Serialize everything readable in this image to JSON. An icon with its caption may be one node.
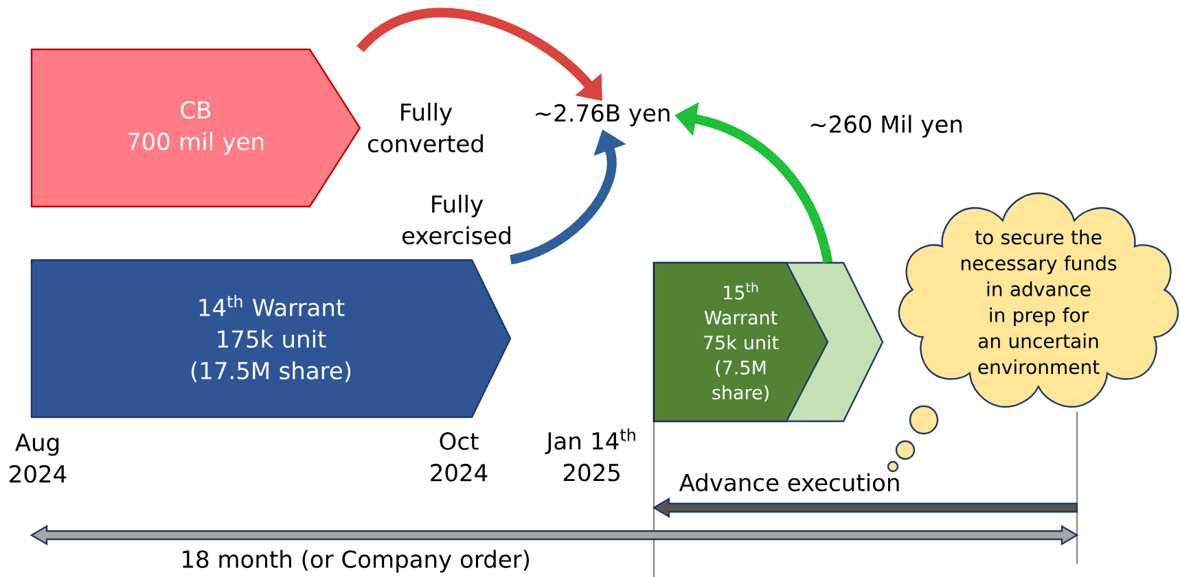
{
  "diagram": {
    "nodes": [
      {
        "text": [
          "CB",
          "700 mil yen"
        ]
      },
      {
        "text": [
          "14$^{th}$ Warrant",
          "175k unit (17.5M share)"
        ]
      },
      {
        "text": [],
        "shape": "chevron"
      },
      {
        "text": [
          "15$^{th}$ Warrant",
          "75k unit (7.5M share)"
        ],
        "in": 2
      },
      {
        "text": [
          "∼2.76B yen"
        ]
      },
      {
        "text": [
          "to secure the necessary funds in advance in prep for an uncertain environment"
        ]
      }
    ],
    "edges": [
      {
        "from": 0,
        "to": 4,
        "arrow": "to",
        "label": "Fully converted",
        "color": "#d9443f"
      },
      {
        "from": 1,
        "to": 4,
        "arrow": "to",
        "label": "Fully exercised",
        "color": "#2e5f9a"
      },
      {
        "from": 3,
        "to": 4,
        "arrow": "to",
        "label": "∼260 Mil yen",
        "color": "#1fbf3a"
      }
    ],
    "labels": [
      "Aug 2024",
      "Oct 2024",
      "Jan 14$^{th}$ 2025",
      "Advance execution",
      "18 month (or Company order)"
    ]
  }
}
